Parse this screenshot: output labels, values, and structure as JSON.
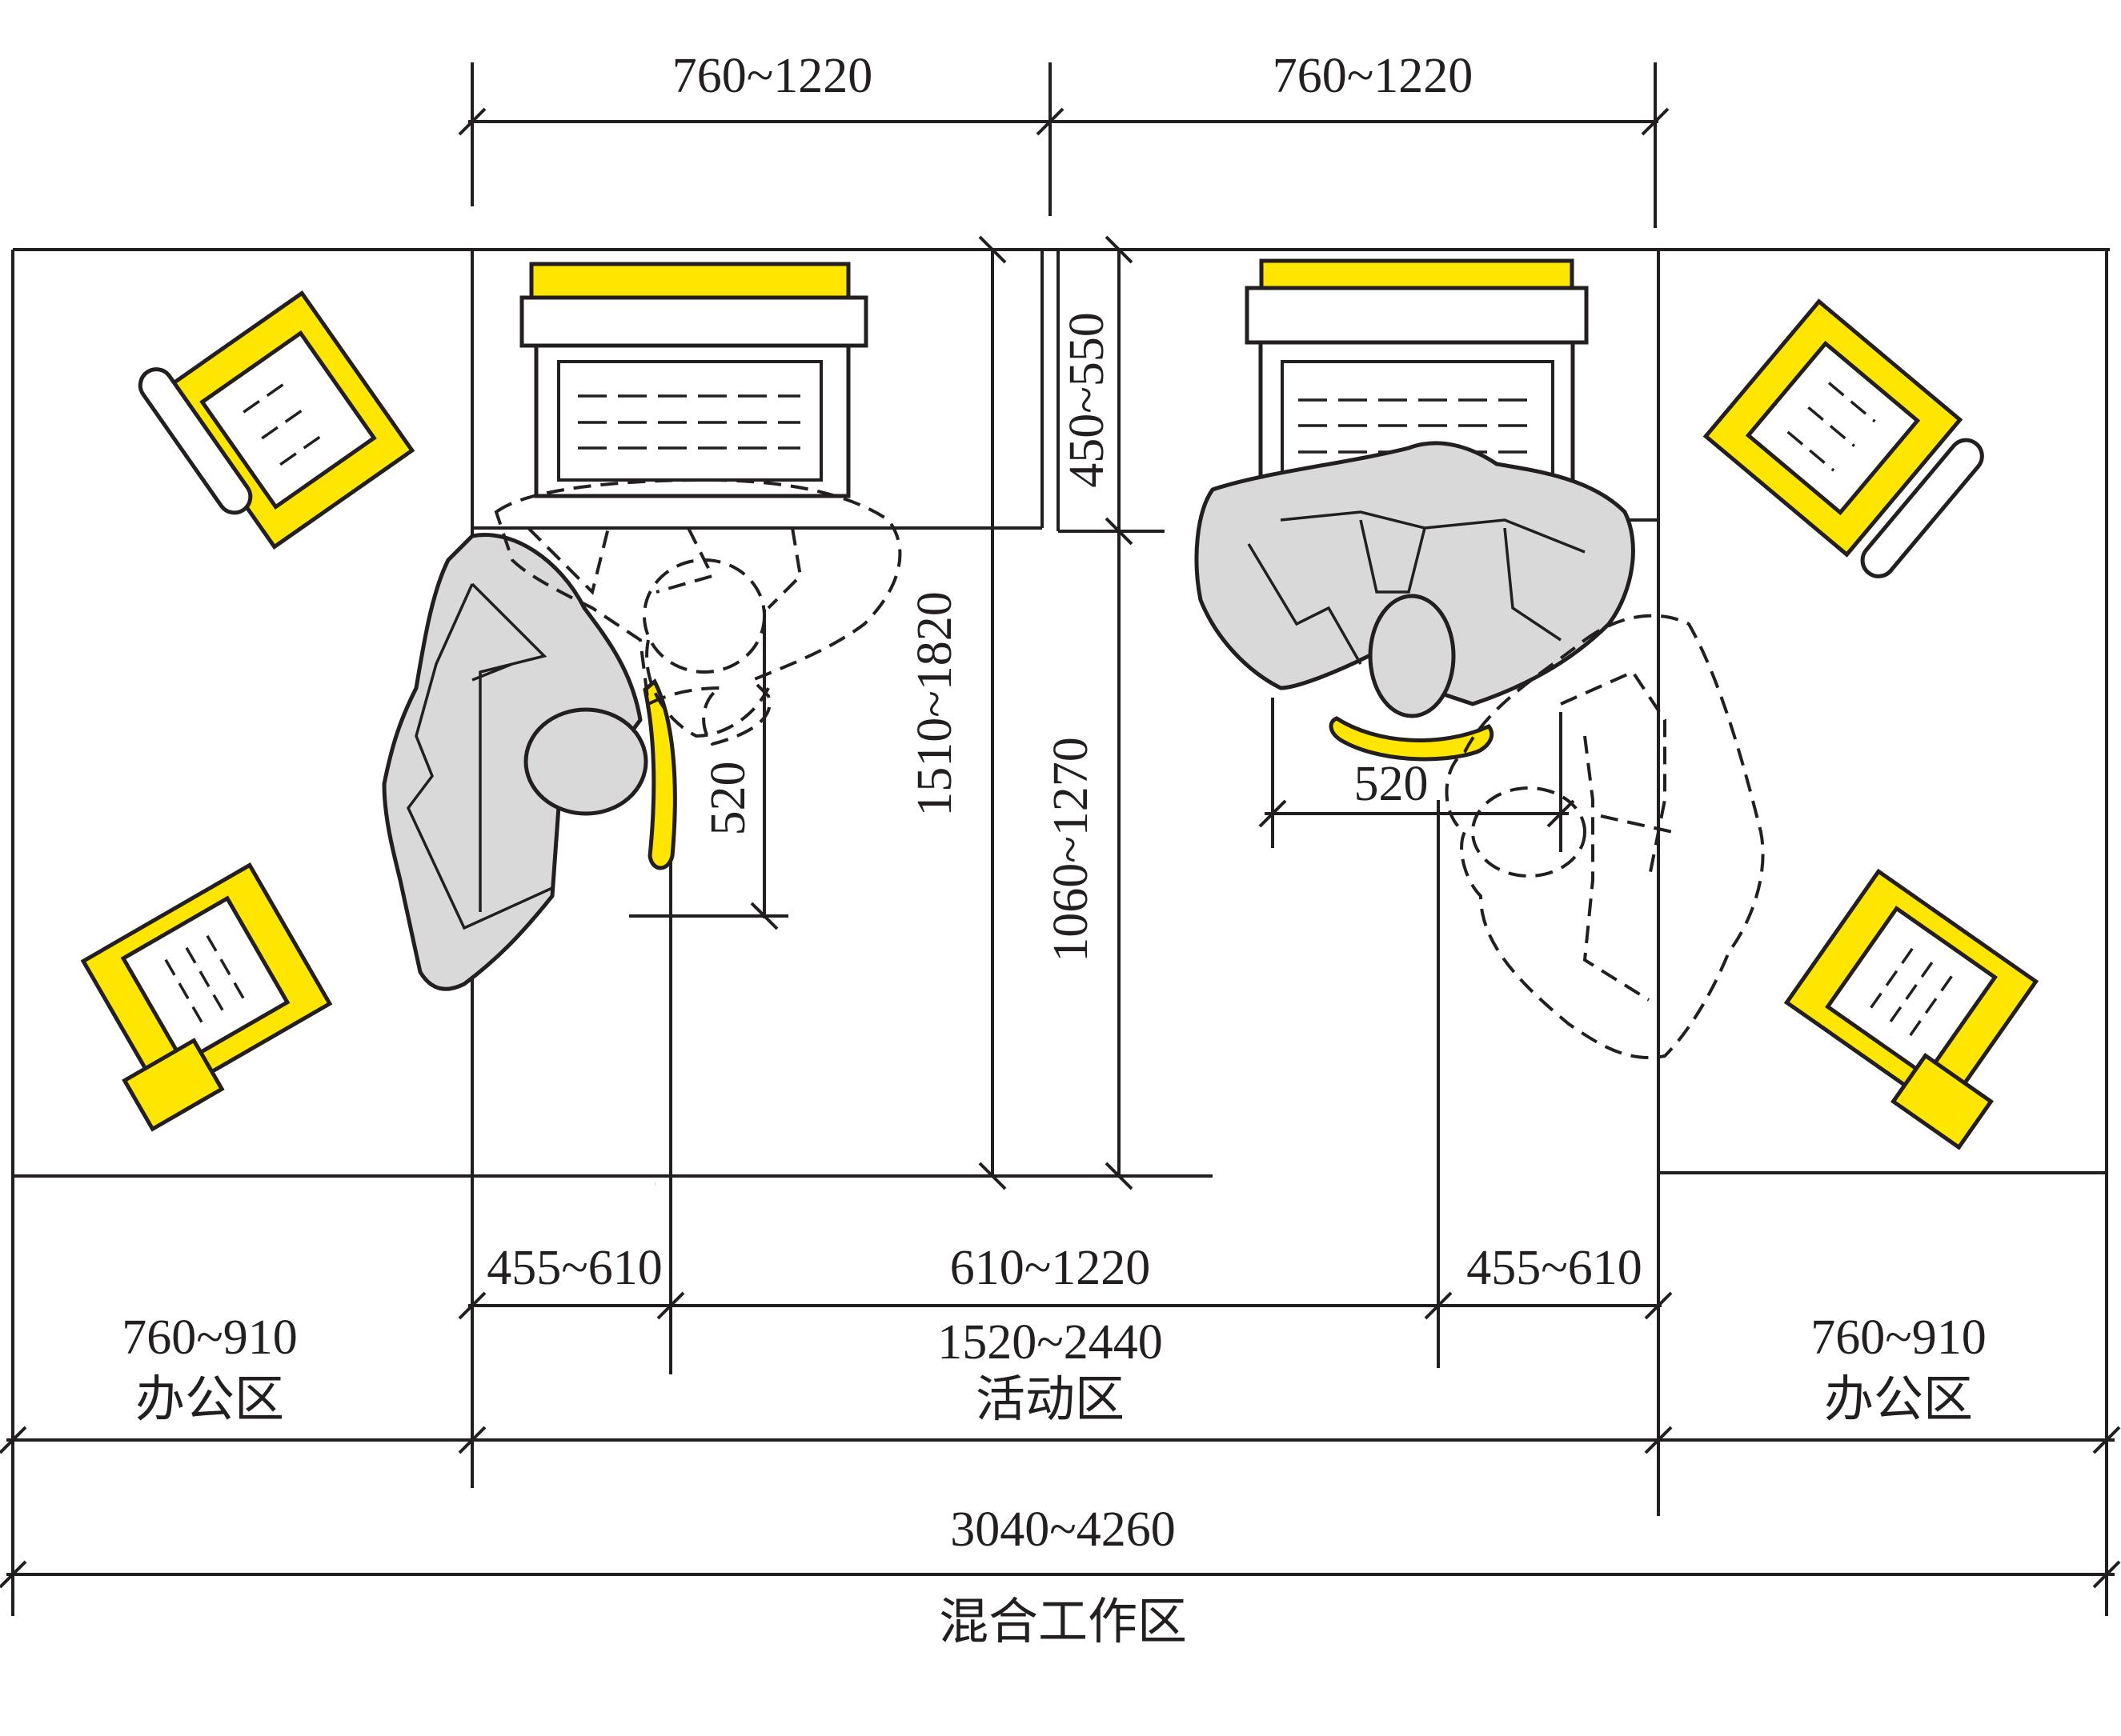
{
  "dimensions": {
    "top_left": "760~1220",
    "top_right": "760~1220",
    "desk_depth": "450~550",
    "seated_reach": "1510~1820",
    "desk_to_edge": "1060~1270",
    "chair_depth_left": "520",
    "chair_depth_right": "520",
    "bottom_left_sub": "455~610",
    "bottom_mid_sub": "610~1220",
    "bottom_right_sub": "455~610",
    "office_left": "760~910",
    "activity": "1520~2440",
    "office_right": "760~910",
    "total": "3040~4260"
  },
  "zones": {
    "office_left": "办公区",
    "activity": "活动区",
    "office_right": "办公区",
    "title": "混合工作区"
  },
  "colors": {
    "accent_yellow": "#ffe600",
    "person_gray": "#d9d9d9",
    "line": "#231f20"
  }
}
